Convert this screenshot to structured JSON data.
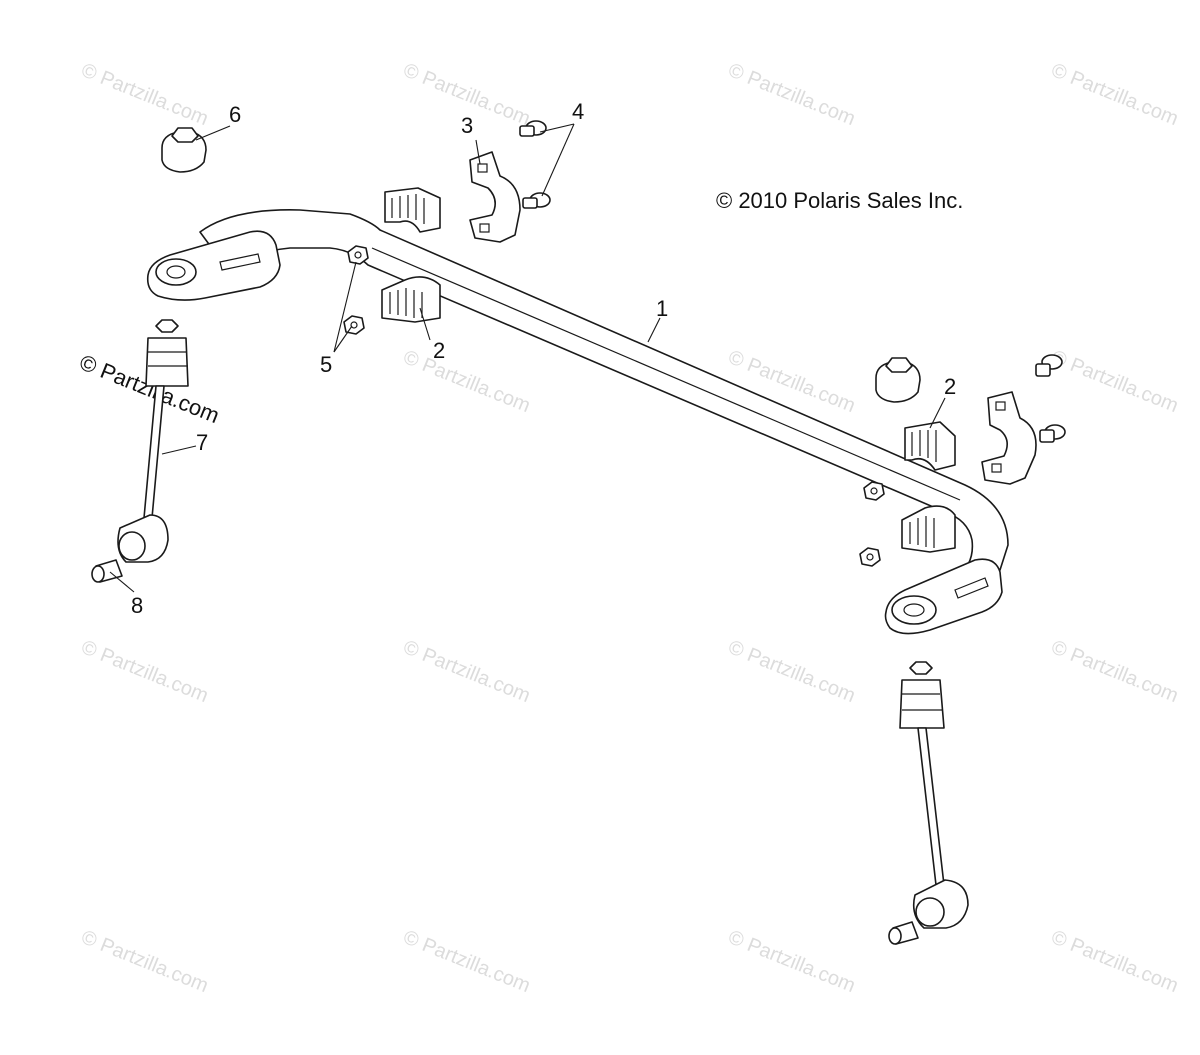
{
  "copyright": "© 2010 Polaris Sales Inc.",
  "watermark_text": "© Partzilla.com",
  "callouts": {
    "c1": "1",
    "c2a": "2",
    "c2b": "2",
    "c3": "3",
    "c4": "4",
    "c5": "5",
    "c6": "6",
    "c7": "7",
    "c8": "8"
  },
  "colors": {
    "line": "#1a1a1a",
    "watermark": "#dcdcdc",
    "background": "#ffffff"
  }
}
